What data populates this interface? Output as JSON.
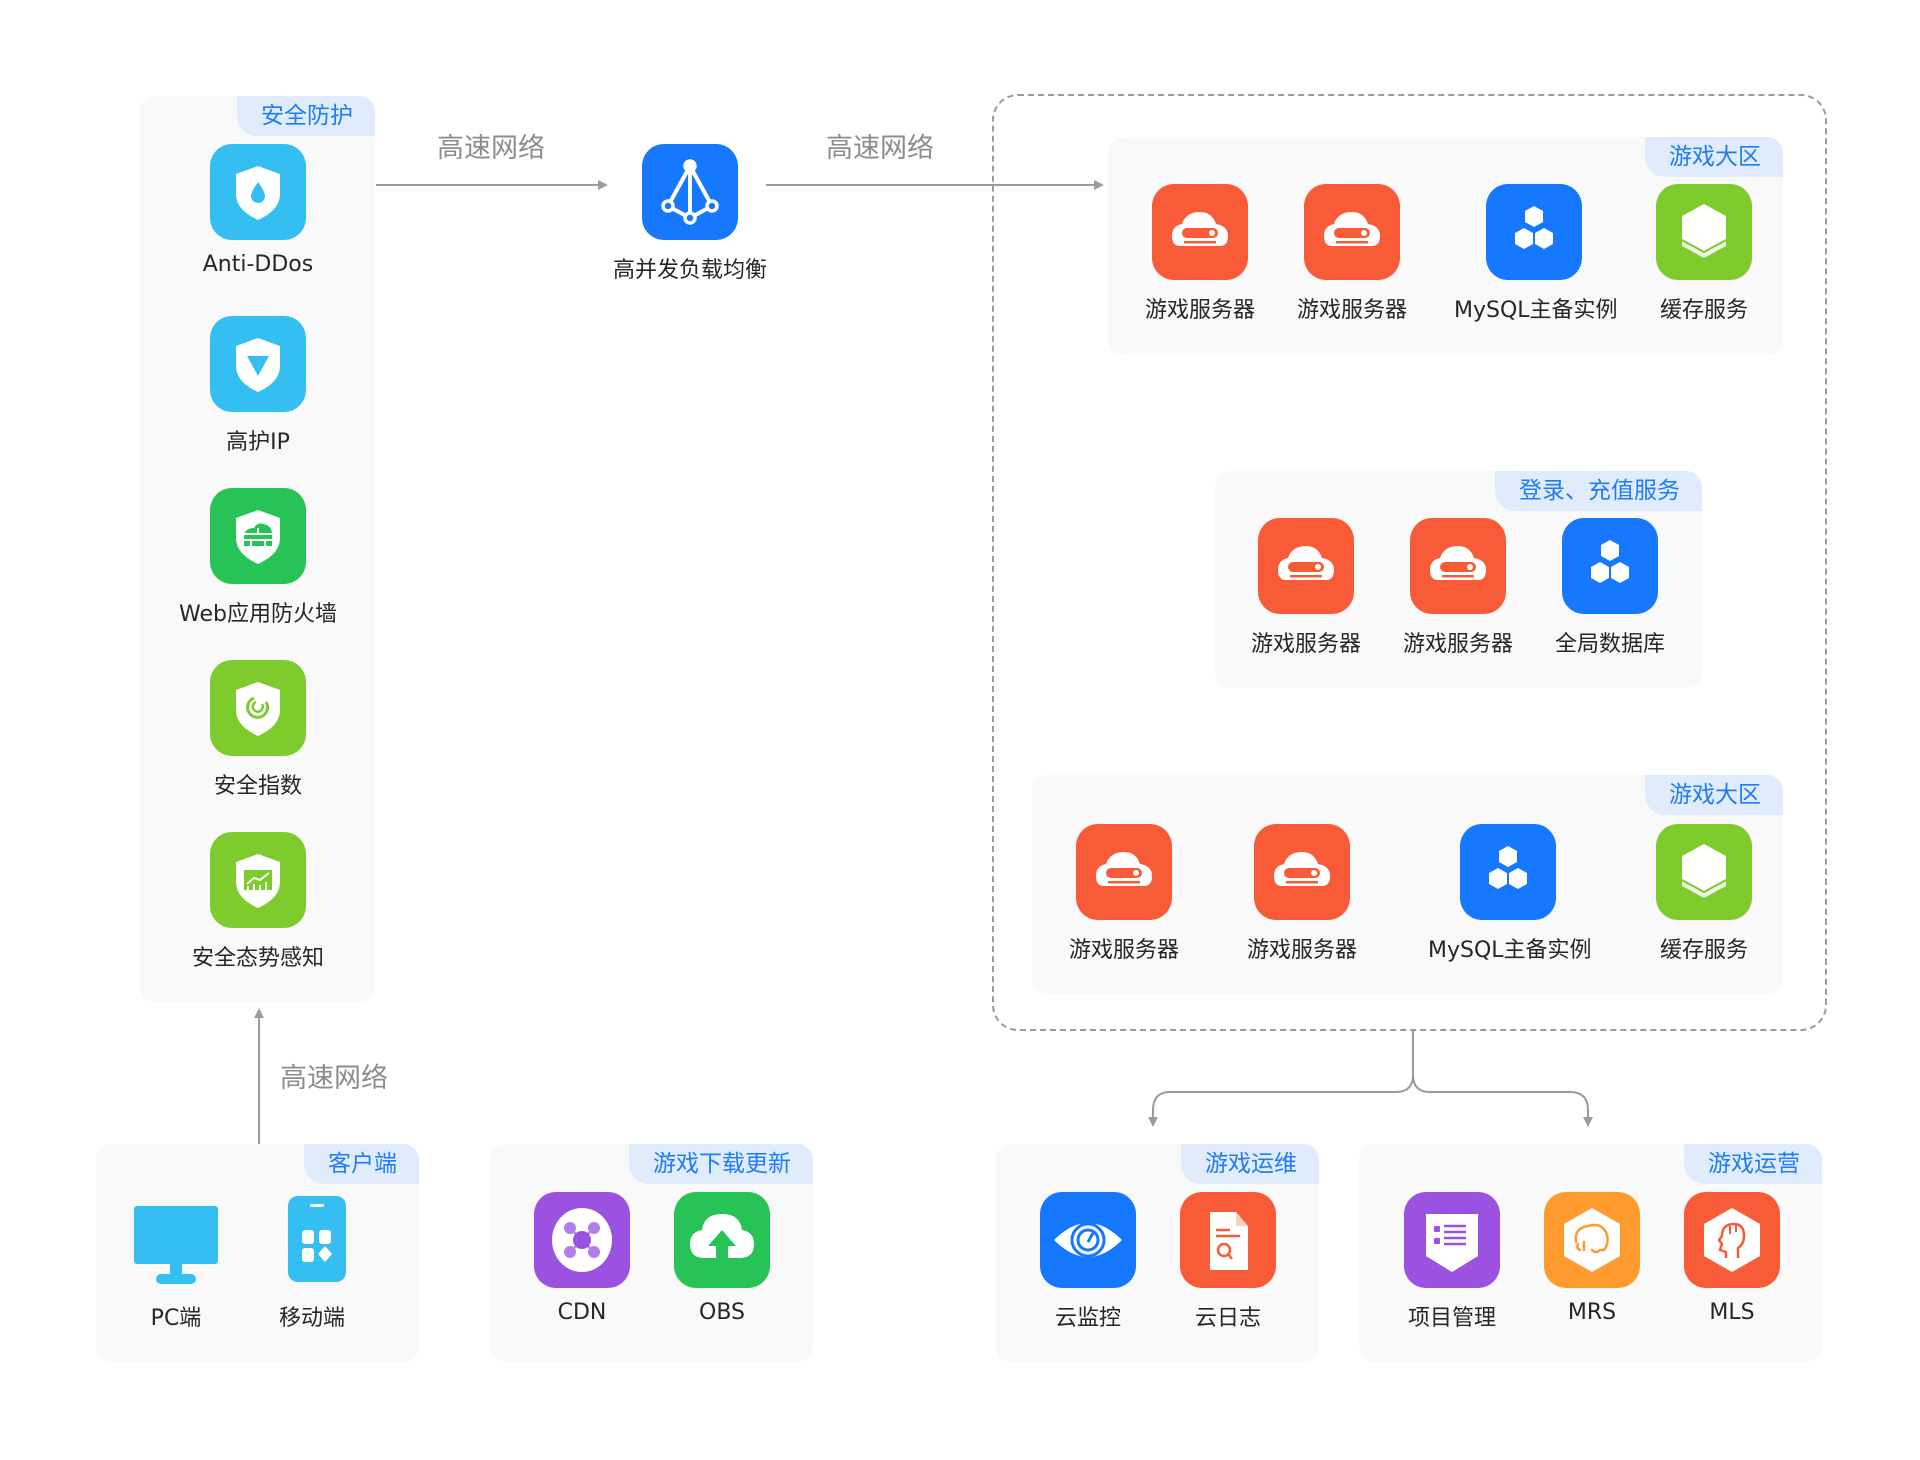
{
  "network_label": "高速网络",
  "security": {
    "tag": "安全防护",
    "items": [
      {
        "label": "Anti-DDos",
        "icon": "shield-drop-icon",
        "color": "#35bef2"
      },
      {
        "label": "高护IP",
        "icon": "shield-triangle-icon",
        "color": "#35bef2"
      },
      {
        "label": "Web应用防火墙",
        "icon": "shield-firewall-icon",
        "color": "#27c356"
      },
      {
        "label": "安全指数",
        "icon": "shield-gauge-icon",
        "color": "#7ecb2d"
      },
      {
        "label": "安全态势感知",
        "icon": "shield-chart-icon",
        "color": "#7ecb2d"
      }
    ]
  },
  "load_balancer": {
    "label": "高并发负载均衡",
    "icon": "load-balancer-icon",
    "color": "#1677ff"
  },
  "zone_top": {
    "tag": "游戏大区",
    "items": [
      {
        "label": "游戏服务器",
        "icon": "cloud-server-icon",
        "color": "#f85b38"
      },
      {
        "label": "游戏服务器",
        "icon": "cloud-server-icon",
        "color": "#f85b38"
      },
      {
        "label": "MySQL主备实例",
        "icon": "database-hexagons-icon",
        "color": "#1677ff"
      },
      {
        "label": "缓存服务",
        "icon": "cache-cube-icon",
        "color": "#7ecb2d"
      }
    ]
  },
  "login": {
    "tag": "登录、充值服务",
    "items": [
      {
        "label": "游戏服务器",
        "icon": "cloud-server-icon",
        "color": "#f85b38"
      },
      {
        "label": "游戏服务器",
        "icon": "cloud-server-icon",
        "color": "#f85b38"
      },
      {
        "label": "全局数据库",
        "icon": "database-hexagons-icon",
        "color": "#1677ff"
      }
    ]
  },
  "zone_bottom": {
    "tag": "游戏大区",
    "items": [
      {
        "label": "游戏服务器",
        "icon": "cloud-server-icon",
        "color": "#f85b38"
      },
      {
        "label": "游戏服务器",
        "icon": "cloud-server-icon",
        "color": "#f85b38"
      },
      {
        "label": "MySQL主备实例",
        "icon": "database-hexagons-icon",
        "color": "#1677ff"
      },
      {
        "label": "缓存服务",
        "icon": "cache-cube-icon",
        "color": "#7ecb2d"
      }
    ]
  },
  "client": {
    "tag": "客户端",
    "items": [
      {
        "label": "PC端",
        "icon": "monitor-icon",
        "color": "#35bef2"
      },
      {
        "label": "移动端",
        "icon": "mobile-phone-icon",
        "color": "#35bef2"
      }
    ]
  },
  "download": {
    "tag": "游戏下载更新",
    "items": [
      {
        "label": "CDN",
        "icon": "cdn-network-icon",
        "color": "#9c52e0"
      },
      {
        "label": "OBS",
        "icon": "cloud-upload-icon",
        "color": "#27c356"
      }
    ]
  },
  "ops": {
    "tag": "游戏运维",
    "items": [
      {
        "label": "云监控",
        "icon": "eye-monitor-icon",
        "color": "#1677ff"
      },
      {
        "label": "云日志",
        "icon": "log-document-icon",
        "color": "#f85b38"
      }
    ]
  },
  "operate": {
    "tag": "游戏运营",
    "items": [
      {
        "label": "项目管理",
        "icon": "project-list-icon",
        "color": "#9c52e0"
      },
      {
        "label": "MRS",
        "icon": "elephant-hexagon-icon",
        "color": "#ff9a2e"
      },
      {
        "label": "MLS",
        "icon": "brain-head-hexagon-icon",
        "color": "#f85b38"
      }
    ]
  },
  "colors": {
    "tag_bg": "#e0ecfc",
    "tag_text": "#1f7cf5",
    "line": "#9b9b9b",
    "box_bg": "#f9f9f9"
  }
}
